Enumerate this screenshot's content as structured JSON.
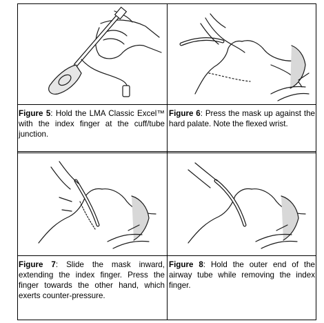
{
  "figures": [
    {
      "icon": "lma-device-held-in-hand-illustration",
      "label": "Figure 5",
      "sep": ": ",
      "text": "Hold the LMA Classic Excel™ with the index finger at the cuff/tube junction."
    },
    {
      "icon": "lma-insertion-against-palate-illustration",
      "label": "Figure 6",
      "sep": ": ",
      "text": "Press the mask up against the hard palate. Note the flexed wrist."
    },
    {
      "icon": "lma-slide-inward-illustration",
      "label": "Figure 7",
      "sep": ": ",
      "text": "Slide the mask inward, extending the index finger. Press the finger towards the other hand, which exerts counter-pressure."
    },
    {
      "icon": "lma-remove-finger-illustration",
      "label": "Figure 8",
      "sep": ": ",
      "text": "Hold the outer end of the airway tube while removing the index finger."
    }
  ],
  "colors": {
    "line": "#1a1a1a",
    "mask": "#e6e6e6",
    "border": "#000000"
  }
}
